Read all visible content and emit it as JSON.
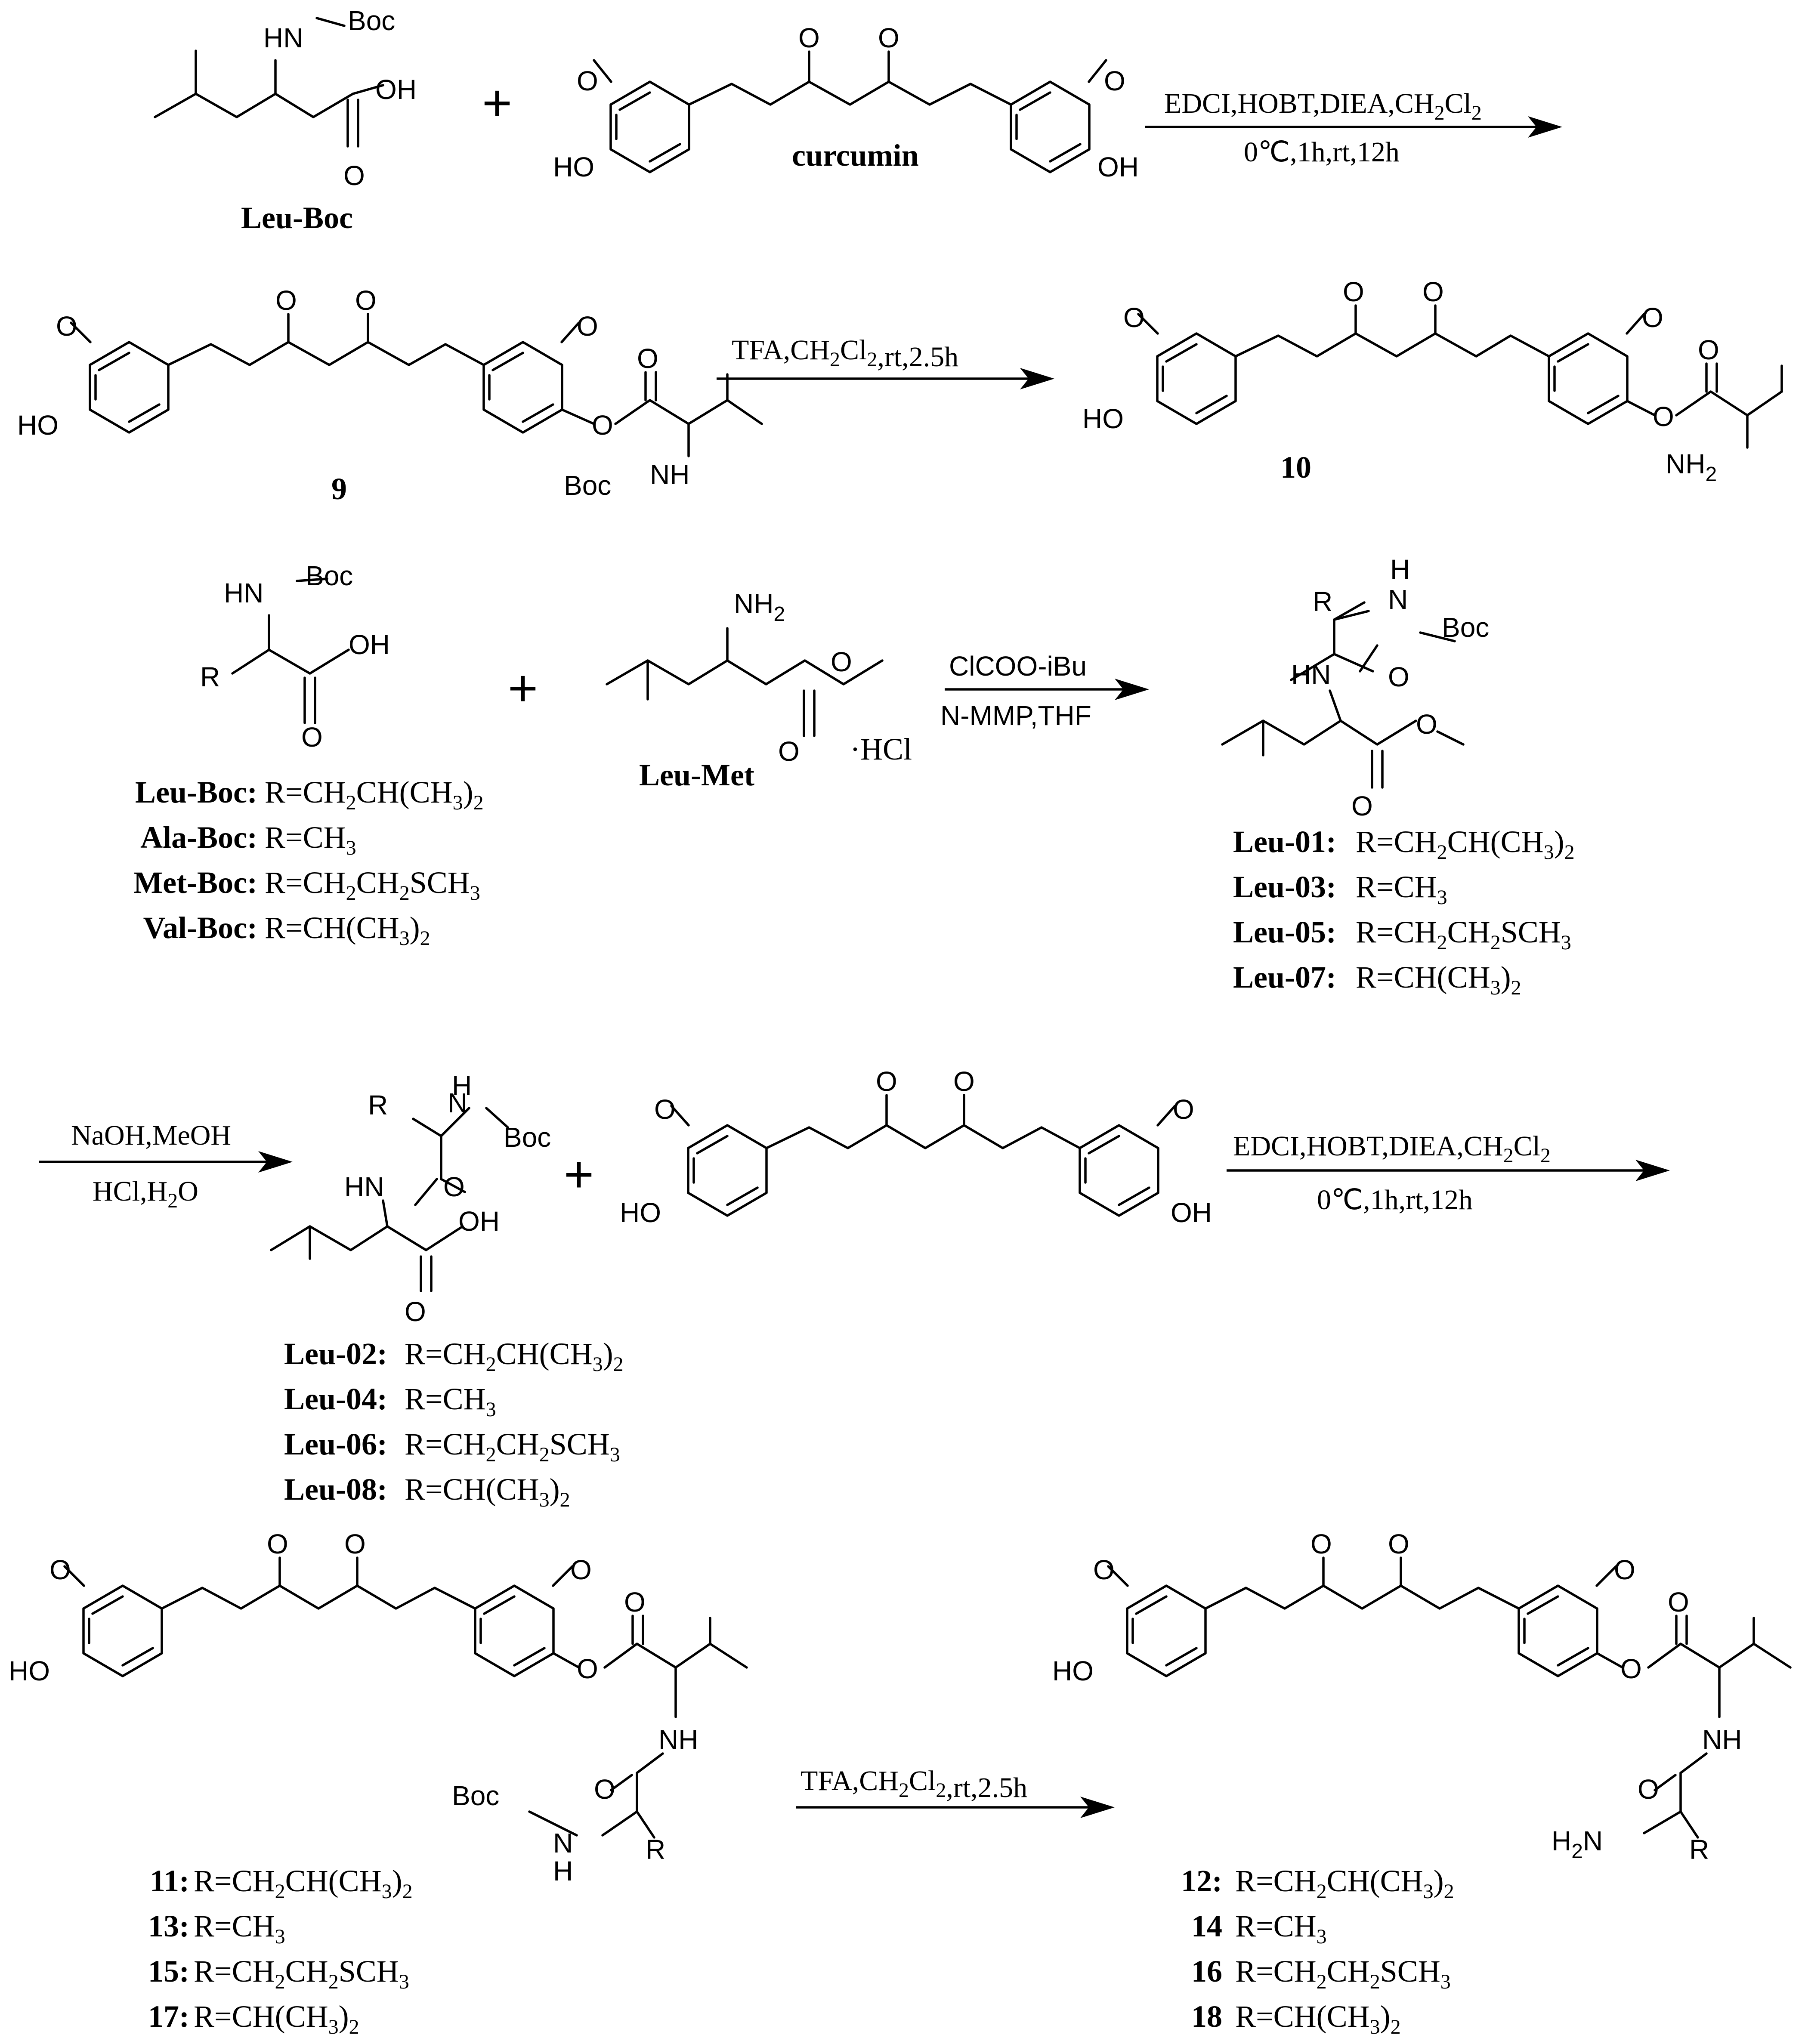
{
  "atoms": {
    "hn": "HN",
    "nh": "NH",
    "n": "N",
    "h": "H",
    "boc": "Boc",
    "oh": "OH",
    "ho": "HO",
    "o": "O",
    "nh2_main": "NH",
    "nh2_sub": "2",
    "h2n_h": "H",
    "h2n_sub": "2",
    "h2n_n": "N",
    "r": "R",
    "boc_nh": "Boc",
    "boc_nh2": "NH",
    "hcl": "·HCl"
  },
  "labels": {
    "leu_boc": "Leu-Boc",
    "curcumin": "curcumin",
    "leu_met": "Leu-Met",
    "c9": "9",
    "c10": "10"
  },
  "conditions": {
    "step1_top": "EDCI,HOBT,DIEA,CH2Cl2",
    "step1_bottom": "0℃,1h,rt,12h",
    "step2": "TFA,CH2Cl2,rt,2.5h",
    "step3_top": "ClCOO-iBu",
    "step3_bottom": "N-MMP,THF",
    "step4_top": "NaOH,MeOH",
    "step4_bottom": "HCl,H2O",
    "step5_top": "EDCI,HOBT,DIEA,CH2Cl2",
    "step5_bottom": "0℃,1h,rt,12h",
    "step6": "TFA,CH2Cl2,rt,2.5h"
  },
  "series_boc": [
    {
      "name": "Leu-Boc:",
      "r": "R=CH2CH(CH3)2"
    },
    {
      "name": "Ala-Boc:",
      "r": "R=CH3"
    },
    {
      "name": "Met-Boc:",
      "r": "R=CH2CH2SCH3"
    },
    {
      "name": "Val-Boc:",
      "r": "R=CH(CH3)2"
    }
  ],
  "series_leu_odd": [
    {
      "name": "Leu-01:",
      "r": "R=CH2CH(CH3)2"
    },
    {
      "name": "Leu-03:",
      "r": "R=CH3"
    },
    {
      "name": "Leu-05:",
      "r": "R=CH2CH2SCH3"
    },
    {
      "name": "Leu-07:",
      "r": "R=CH(CH3)2"
    }
  ],
  "series_leu_even": [
    {
      "name": "Leu-02:",
      "r": "R=CH2CH(CH3)2"
    },
    {
      "name": "Leu-04:",
      "r": "R=CH3"
    },
    {
      "name": "Leu-06:",
      "r": "R=CH2CH2SCH3"
    },
    {
      "name": "Leu-08:",
      "r": "R=CH(CH3)2"
    }
  ],
  "series_boc_conj": [
    {
      "name": "11:",
      "r": "R=CH2CH(CH3)2"
    },
    {
      "name": "13:",
      "r": "R=CH3"
    },
    {
      "name": "15:",
      "r": "R=CH2CH2SCH3"
    },
    {
      "name": "17:",
      "r": "R=CH(CH3)2"
    }
  ],
  "series_final": [
    {
      "name": "12:",
      "r": "R=CH2CH(CH3)2"
    },
    {
      "name": "14",
      "r": "R=CH3"
    },
    {
      "name": "16",
      "r": "R=CH2CH2SCH3"
    },
    {
      "name": "18",
      "r": "R=CH(CH3)2"
    }
  ]
}
